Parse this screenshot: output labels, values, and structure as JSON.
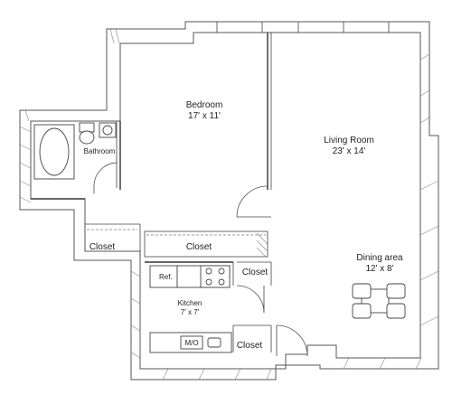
{
  "rooms": {
    "bedroom": {
      "name": "Bedroom",
      "size": "17' x 11'"
    },
    "living": {
      "name": "Living Room",
      "size": "23' x 14'"
    },
    "bathroom": {
      "name": "Bathroom"
    },
    "kitchen": {
      "name": "Kitchen",
      "size": "7' x 7'"
    },
    "dining": {
      "name": "Dining area",
      "size": "12' x 8'"
    },
    "closet_left": {
      "name": "Closet"
    },
    "closet_center": {
      "name": "Closet"
    },
    "closet_kitchen_top": {
      "name": "Closet"
    },
    "closet_kitchen_bottom": {
      "name": "Closet"
    }
  },
  "appliances": {
    "refrigerator": "Ref.",
    "microwave": "M/O"
  }
}
